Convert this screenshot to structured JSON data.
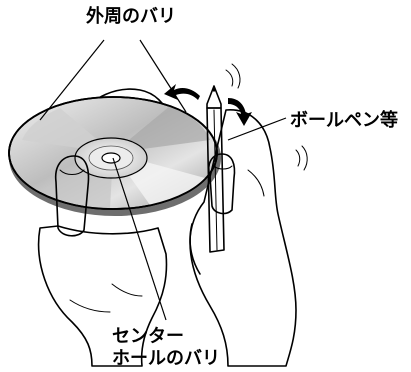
{
  "labels": {
    "outer_burr": "外周のバリ",
    "ballpoint_pen": "ボールペン等",
    "center_hole_line1": "センター",
    "center_hole_line2": "ホールのバリ"
  },
  "colors": {
    "ink": "#000000",
    "disc_light": "#e6e6e6",
    "disc_mid": "#b5b5b5",
    "disc_dark": "#8c8c8c",
    "paper": "#ffffff"
  }
}
